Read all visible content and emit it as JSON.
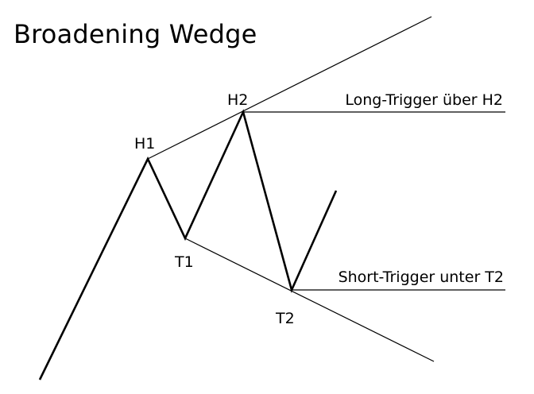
{
  "title": "Broadening Wedge",
  "colors": {
    "background": "#ffffff",
    "price_line": "#000000",
    "trend_line": "#000000",
    "text": "#000000"
  },
  "points": {
    "h1": "H1",
    "h2": "H2",
    "t1": "T1",
    "t2": "T2"
  },
  "triggers": {
    "long": "Long-Trigger über H2",
    "short": "Short-Trigger unter T2"
  }
}
